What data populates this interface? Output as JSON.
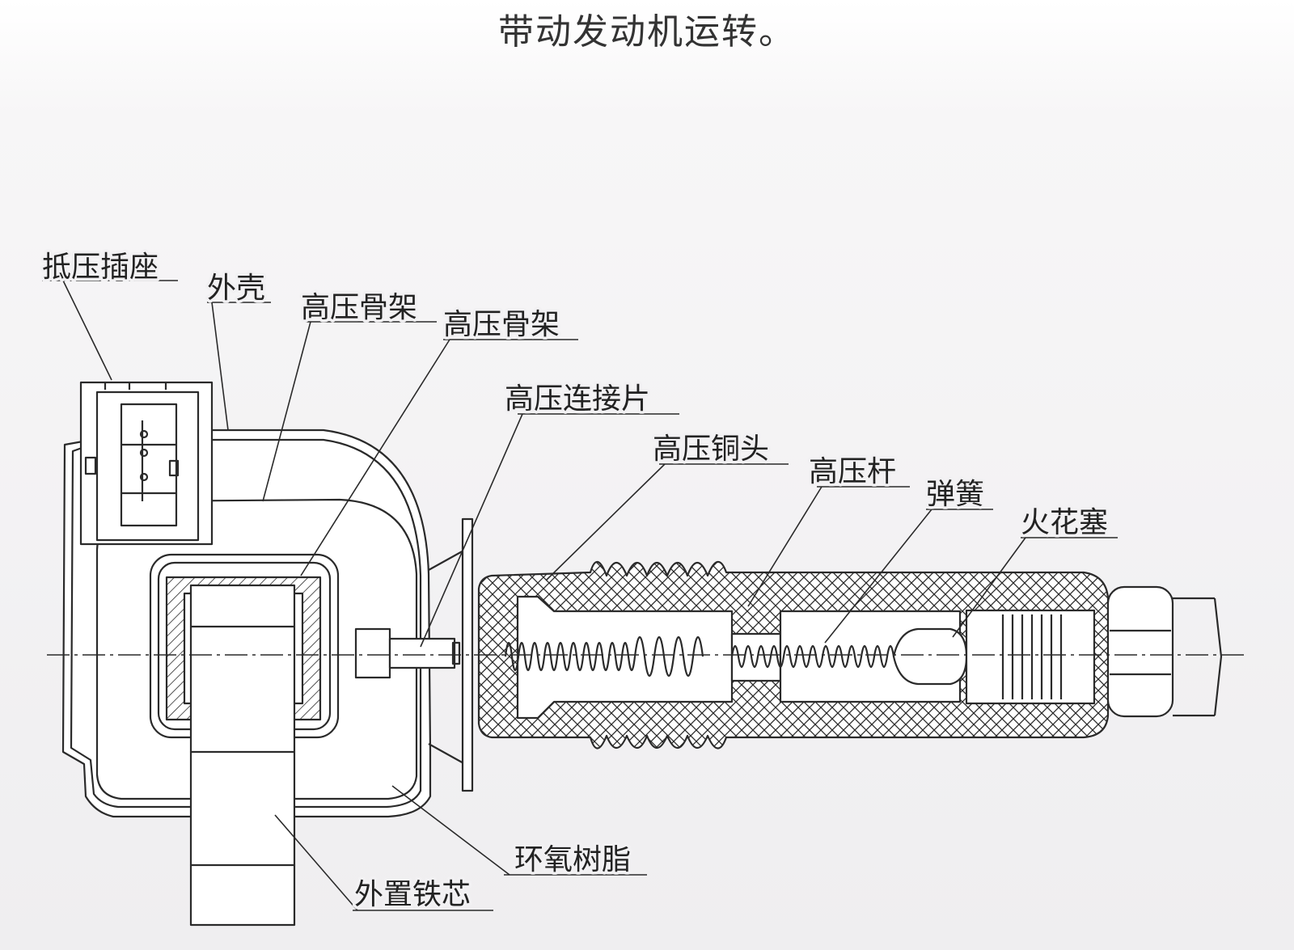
{
  "caption": "带动发动机运转。",
  "labels": {
    "socket": "抵压插座",
    "shell": "外壳",
    "hv_frame_1": "高压骨架",
    "hv_frame_2": "高压骨架",
    "hv_connector": "高压连接片",
    "hv_copper_head": "高压铜头",
    "hv_rod": "高压杆",
    "spring": "弹簧",
    "spark_plug": "火花塞",
    "epoxy": "环氧树脂",
    "external_core": "外置铁芯"
  },
  "colors": {
    "line": "#2a2a2a",
    "label": "#222222",
    "background": "#f0eff1"
  }
}
